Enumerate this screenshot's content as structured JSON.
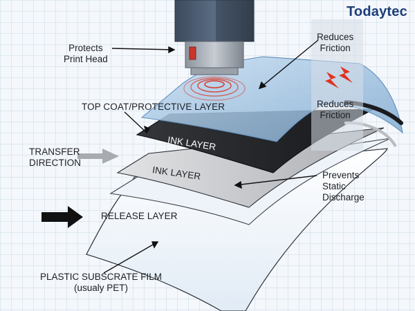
{
  "logo": "Todaytec",
  "labels": {
    "protects_print_head": [
      "Protects",
      "Print Head"
    ],
    "reduces_friction_top": [
      "Reduces",
      "Friction"
    ],
    "reduces_friction_mid": [
      "Reduces",
      "Friction"
    ],
    "top_coat": "TOP COAT/PROTECTIVE LAYER",
    "ink_layer_black": "INK LAYER",
    "ink_layer_gray": "INK LAYER",
    "transfer_direction": [
      "TRANSFER",
      "DIRECTION"
    ],
    "prevents_static": [
      "Prevents",
      "Static",
      "Discharge"
    ],
    "release_layer": "RELEASE LAYER",
    "plastic_substrate": [
      "PLASTIC SUBSCRATE FILM",
      "(usualy PET)"
    ]
  },
  "colors": {
    "grid_line": "#c9d8ea",
    "print_head": "#4f6076",
    "top_coat": "#9fc3e2",
    "ink_black": "#232427",
    "ink_gray": "#c4c6c9",
    "release": "#eaf1f8",
    "substrate": "#f2f6fb",
    "heat": "#d63a2a",
    "arrow_gray": "#a8abb0",
    "arrow_black": "#111111",
    "logo": "#1d3f78"
  },
  "icons": [
    "print-head",
    "heat-waves",
    "lightning-icon",
    "arrow-right-gray",
    "arrow-right-black"
  ]
}
